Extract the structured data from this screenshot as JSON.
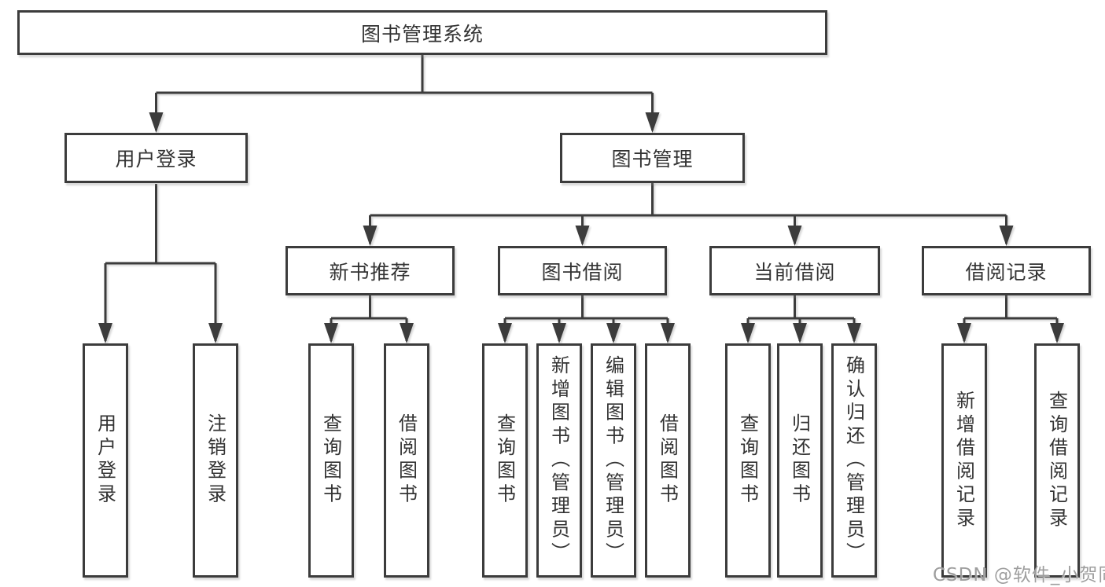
{
  "colors": {
    "line": "#3c3c3c",
    "text": "#333333",
    "watermark": "#9e9e9e",
    "bg": "#ffffff"
  },
  "tree": {
    "root": {
      "label": "图书管理系统"
    },
    "branches": [
      {
        "label": "用户登录",
        "children": [
          {
            "label": "用户登录"
          },
          {
            "label": "注销登录"
          }
        ]
      },
      {
        "label": "图书管理",
        "children": [
          {
            "label": "新书推荐",
            "children": [
              {
                "label": "查询图书"
              },
              {
                "label": "借阅图书"
              }
            ]
          },
          {
            "label": "图书借阅",
            "children": [
              {
                "label": "查询图书"
              },
              {
                "label": "新增图书（管理员）"
              },
              {
                "label": "编辑图书（管理员）"
              },
              {
                "label": "借阅图书"
              }
            ]
          },
          {
            "label": "当前借阅",
            "children": [
              {
                "label": "查询图书"
              },
              {
                "label": "归还图书"
              },
              {
                "label": "确认归还（管理员）"
              }
            ]
          },
          {
            "label": "借阅记录",
            "children": [
              {
                "label": "新增借阅记录"
              },
              {
                "label": "查询借阅记录"
              }
            ]
          }
        ]
      }
    ]
  },
  "watermark": {
    "label": "CSDN @软件_小贺同学"
  }
}
